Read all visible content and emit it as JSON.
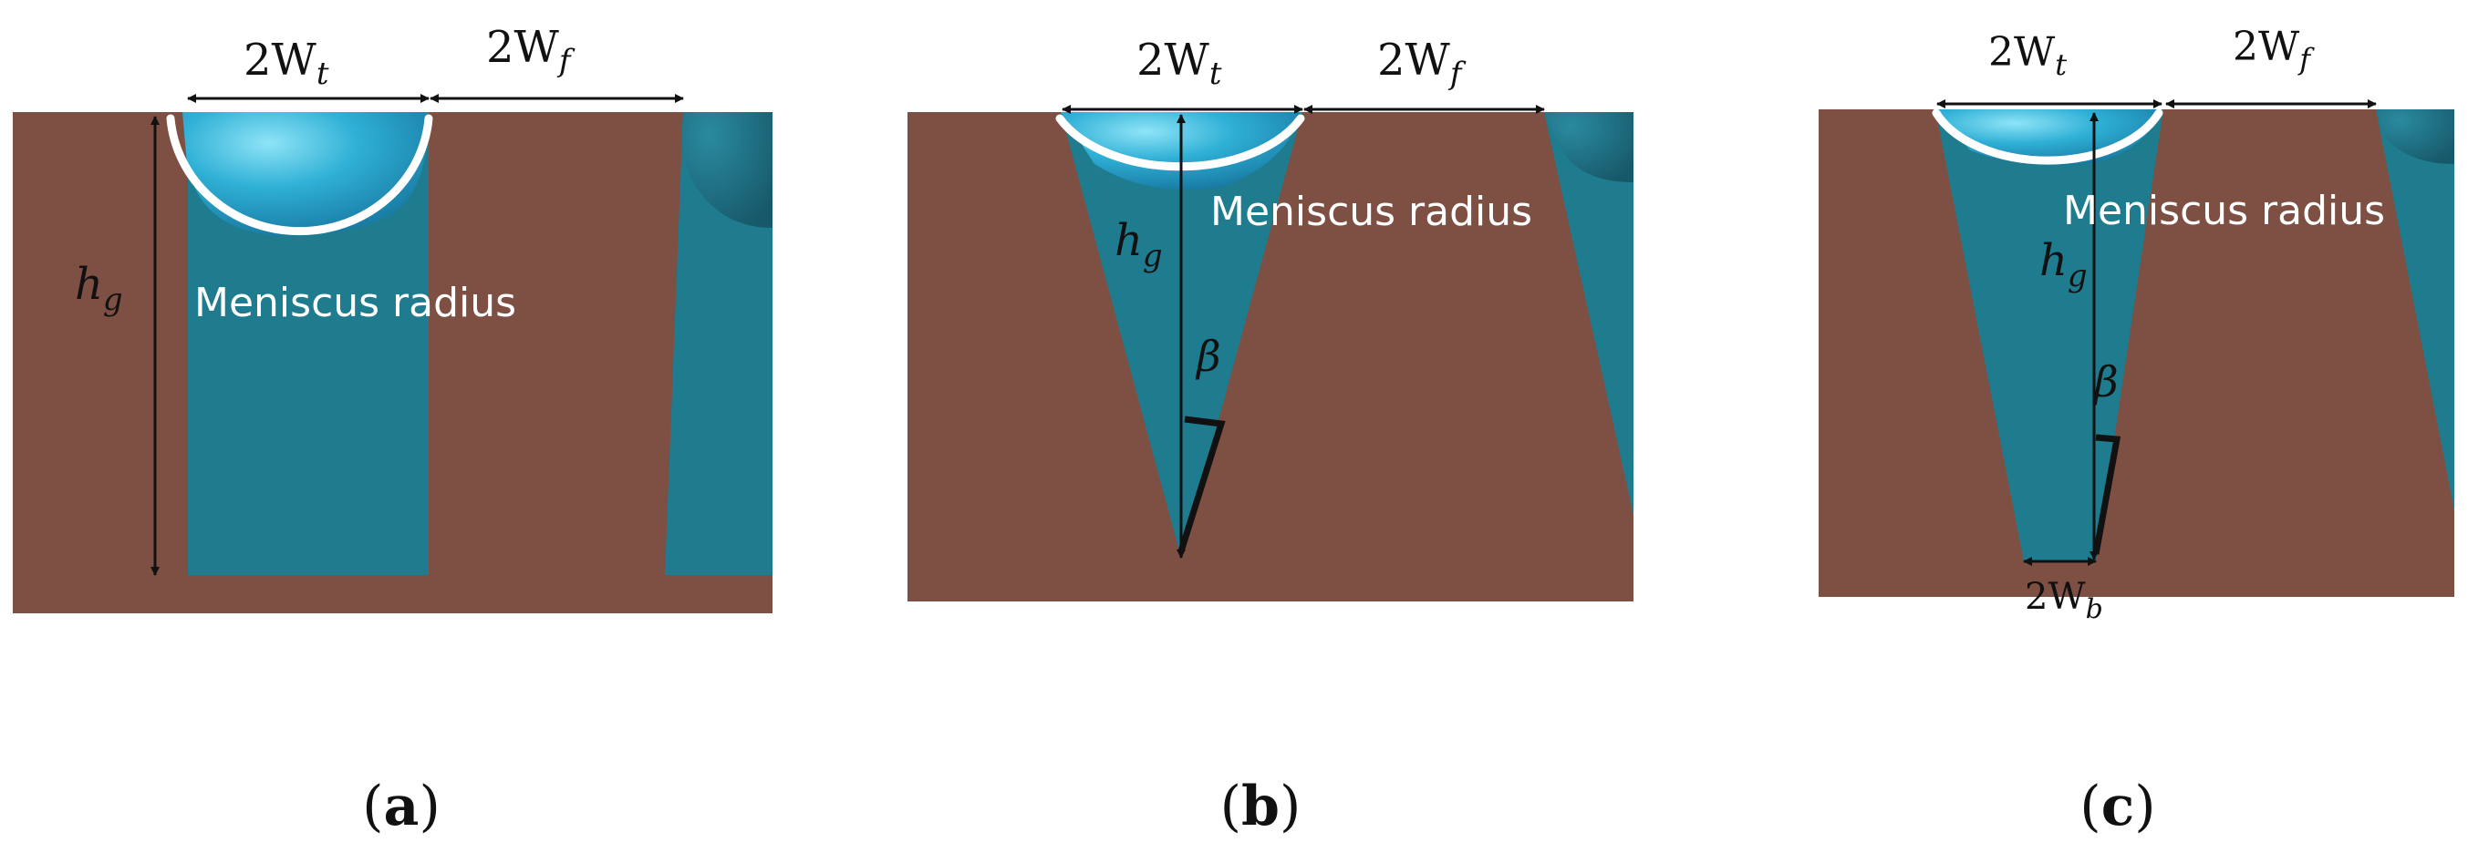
{
  "panels": [
    {
      "caption_letter": "a",
      "top_width_label": "2W",
      "top_width_sub": "t",
      "fin_width_label": "2W",
      "fin_width_sub": "f",
      "height_label": "h",
      "height_sub": "g",
      "meniscus_label": "Meniscus radius"
    },
    {
      "caption_letter": "b",
      "top_width_label": "2W",
      "top_width_sub": "t",
      "fin_width_label": "2W",
      "fin_width_sub": "f",
      "height_label": "h",
      "height_sub": "g",
      "angle_label": "β",
      "meniscus_label": "Meniscus radius"
    },
    {
      "caption_letter": "c",
      "top_width_label": "2W",
      "top_width_sub": "t",
      "fin_width_label": "2W",
      "fin_width_sub": "f",
      "height_label": "h",
      "height_sub": "g",
      "angle_label": "β",
      "bottom_width_label": "2W",
      "bottom_width_sub": "b",
      "meniscus_label": "Meniscus radius"
    }
  ],
  "colors": {
    "solid": "#7d5043",
    "liquid": "#1f7b8e",
    "liquid_dark": "#1a6a7a",
    "meniscus_light": "#6fd6f0",
    "meniscus_mid": "#2aa7cf",
    "arc": "#ffffff"
  }
}
